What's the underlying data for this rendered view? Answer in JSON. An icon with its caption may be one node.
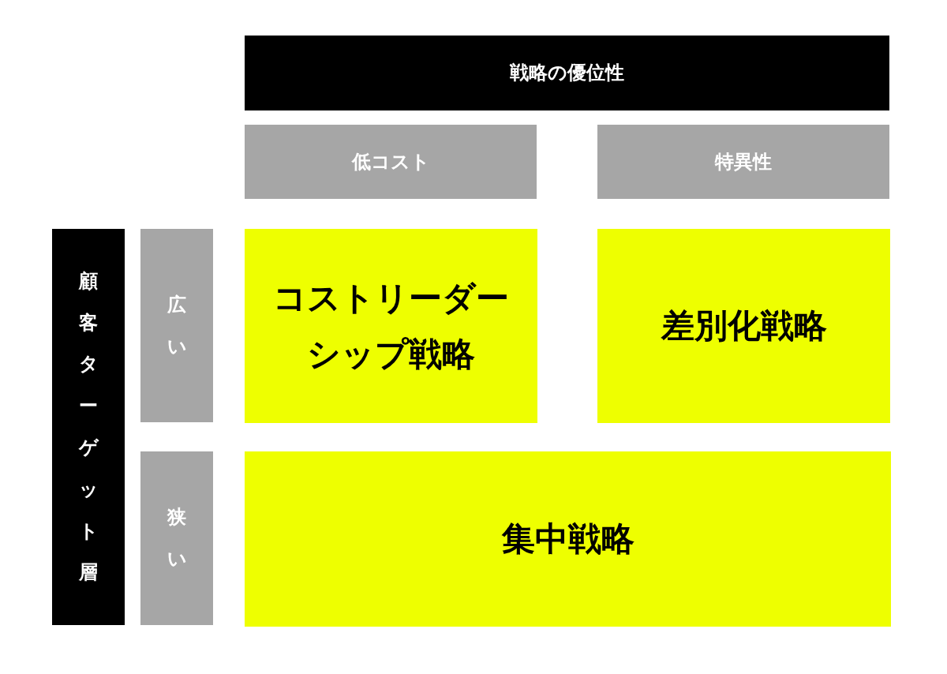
{
  "diagram": {
    "nodes": [
      {
        "text": [
          "戦略の優位性"
        ]
      },
      {
        "text": [
          "低コスト"
        ]
      },
      {
        "text": [
          "特異性"
        ]
      },
      {
        "text": [
          "顧客ターゲット層"
        ]
      },
      {
        "text": [
          "広い"
        ]
      },
      {
        "text": [
          "狭い"
        ]
      },
      {
        "text": [
          "コストリーダーシップ戦略"
        ]
      },
      {
        "text": [
          "差別化戦略"
        ]
      },
      {
        "text": [
          "集中戦略"
        ]
      }
    ]
  }
}
